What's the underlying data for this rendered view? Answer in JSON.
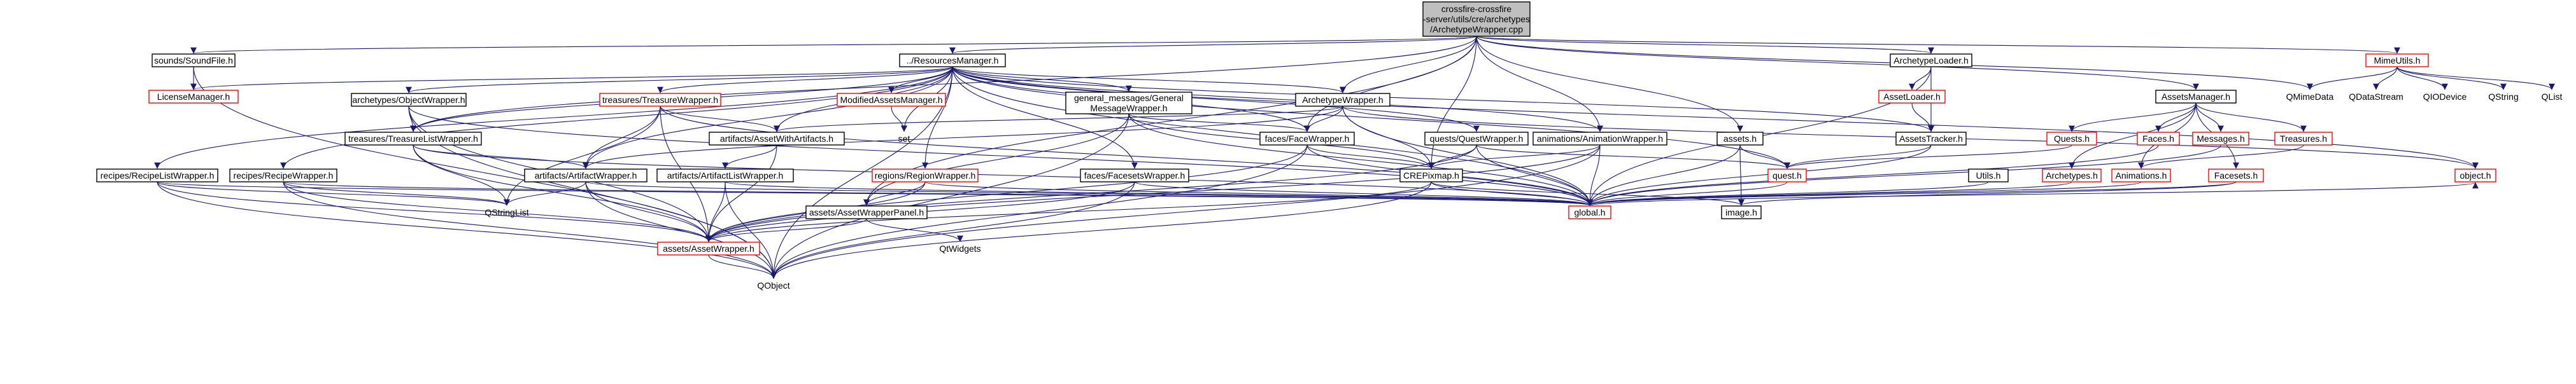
{
  "graph": {
    "style": {
      "edge_color": "#191970",
      "red_border": "#ff0000",
      "black_border": "#000000",
      "root_fill": "#bfbfbf",
      "node_fill": "#ffffff"
    },
    "nodes": [
      {
        "id": "root",
        "lines": [
          "crossfire-crossfire",
          "-server/utils/cre/archetypes",
          "/ArchetypeWrapper.cpp"
        ],
        "border": "black",
        "fill": "grey",
        "interactable": false
      },
      {
        "id": "soundfile",
        "lines": [
          "sounds/SoundFile.h"
        ],
        "border": "black",
        "interactable": true
      },
      {
        "id": "resmgr",
        "lines": [
          "../ResourcesManager.h"
        ],
        "border": "black",
        "interactable": true
      },
      {
        "id": "archloader",
        "lines": [
          "ArchetypeLoader.h"
        ],
        "border": "black",
        "interactable": true
      },
      {
        "id": "mimeutils",
        "lines": [
          "MimeUtils.h"
        ],
        "border": "red",
        "interactable": true
      },
      {
        "id": "licmgr",
        "lines": [
          "LicenseManager.h"
        ],
        "border": "red",
        "interactable": true
      },
      {
        "id": "objwrapper",
        "lines": [
          "archetypes/ObjectWrapper.h"
        ],
        "border": "black",
        "interactable": true
      },
      {
        "id": "treasurewrapper",
        "lines": [
          "treasures/TreasureWrapper.h"
        ],
        "border": "red",
        "interactable": true
      },
      {
        "id": "modassets",
        "lines": [
          "ModifiedAssetsManager.h"
        ],
        "border": "red",
        "interactable": true
      },
      {
        "id": "genmsg",
        "lines": [
          "general_messages/General",
          "MessageWrapper.h"
        ],
        "border": "black",
        "interactable": true
      },
      {
        "id": "archwrapper",
        "lines": [
          "ArchetypeWrapper.h"
        ],
        "border": "black",
        "interactable": true
      },
      {
        "id": "assetloader",
        "lines": [
          "AssetLoader.h"
        ],
        "border": "red",
        "interactable": true
      },
      {
        "id": "assetsmgr",
        "lines": [
          "AssetsManager.h"
        ],
        "border": "black",
        "interactable": true
      },
      {
        "id": "qmimedata",
        "lines": [
          "QMimeData"
        ],
        "border": "none",
        "interactable": false
      },
      {
        "id": "qdatastream",
        "lines": [
          "QDataStream"
        ],
        "border": "none",
        "interactable": false
      },
      {
        "id": "qiodevice",
        "lines": [
          "QIODevice"
        ],
        "border": "none",
        "interactable": false
      },
      {
        "id": "qstring",
        "lines": [
          "QString"
        ],
        "border": "none",
        "interactable": false
      },
      {
        "id": "qlist",
        "lines": [
          "QList"
        ],
        "border": "none",
        "interactable": false
      },
      {
        "id": "tlwrapper",
        "lines": [
          "treasures/TreasureListWrapper.h"
        ],
        "border": "black",
        "interactable": true
      },
      {
        "id": "set",
        "lines": [
          "set"
        ],
        "border": "none",
        "interactable": false
      },
      {
        "id": "awa",
        "lines": [
          "artifacts/AssetWithArtifacts.h"
        ],
        "border": "black",
        "interactable": true
      },
      {
        "id": "facewrapper",
        "lines": [
          "faces/FaceWrapper.h"
        ],
        "border": "black",
        "interactable": true
      },
      {
        "id": "questwrapper",
        "lines": [
          "quests/QuestWrapper.h"
        ],
        "border": "black",
        "interactable": true
      },
      {
        "id": "animwrapper",
        "lines": [
          "animations/AnimationWrapper.h"
        ],
        "border": "black",
        "interactable": true
      },
      {
        "id": "assetsh",
        "lines": [
          "assets.h"
        ],
        "border": "black",
        "interactable": true
      },
      {
        "id": "assetstracker",
        "lines": [
          "AssetsTracker.h"
        ],
        "border": "black",
        "interactable": true
      },
      {
        "id": "quests",
        "lines": [
          "Quests.h"
        ],
        "border": "red",
        "interactable": true
      },
      {
        "id": "faces",
        "lines": [
          "Faces.h"
        ],
        "border": "red",
        "interactable": true
      },
      {
        "id": "messages",
        "lines": [
          "Messages.h"
        ],
        "border": "red",
        "interactable": true
      },
      {
        "id": "treasures",
        "lines": [
          "Treasures.h"
        ],
        "border": "red",
        "interactable": true
      },
      {
        "id": "recipelist",
        "lines": [
          "recipes/RecipeListWrapper.h"
        ],
        "border": "black",
        "interactable": true
      },
      {
        "id": "recipe",
        "lines": [
          "recipes/RecipeWrapper.h"
        ],
        "border": "black",
        "interactable": true
      },
      {
        "id": "artwrapper",
        "lines": [
          "artifacts/ArtifactWrapper.h"
        ],
        "border": "black",
        "interactable": true
      },
      {
        "id": "artlist",
        "lines": [
          "artifacts/ArtifactListWrapper.h"
        ],
        "border": "black",
        "interactable": true
      },
      {
        "id": "region",
        "lines": [
          "regions/RegionWrapper.h"
        ],
        "border": "red",
        "interactable": true
      },
      {
        "id": "facesets",
        "lines": [
          "faces/FacesetsWrapper.h"
        ],
        "border": "black",
        "interactable": true
      },
      {
        "id": "crepixmap",
        "lines": [
          "CREPixmap.h"
        ],
        "border": "black",
        "interactable": true
      },
      {
        "id": "quest",
        "lines": [
          "quest.h"
        ],
        "border": "red",
        "interactable": true
      },
      {
        "id": "utils",
        "lines": [
          "Utils.h"
        ],
        "border": "black",
        "interactable": true
      },
      {
        "id": "archetypes",
        "lines": [
          "Archetypes.h"
        ],
        "border": "red",
        "interactable": true
      },
      {
        "id": "animations",
        "lines": [
          "Animations.h"
        ],
        "border": "red",
        "interactable": true
      },
      {
        "id": "facesets_h",
        "lines": [
          "Facesets.h"
        ],
        "border": "red",
        "interactable": true
      },
      {
        "id": "object",
        "lines": [
          "object.h"
        ],
        "border": "red",
        "interactable": true
      },
      {
        "id": "qstringlist",
        "lines": [
          "QStringList"
        ],
        "border": "none",
        "interactable": false
      },
      {
        "id": "awpanel",
        "lines": [
          "assets/AssetWrapperPanel.h"
        ],
        "border": "black",
        "interactable": true
      },
      {
        "id": "global",
        "lines": [
          "global.h"
        ],
        "border": "red",
        "interactable": true
      },
      {
        "id": "image",
        "lines": [
          "image.h"
        ],
        "border": "black",
        "interactable": true
      },
      {
        "id": "qwidgets",
        "lines": [
          "QtWidgets"
        ],
        "border": "none",
        "interactable": false
      },
      {
        "id": "assetwrapper",
        "lines": [
          "assets/AssetWrapper.h"
        ],
        "border": "red",
        "interactable": true
      },
      {
        "id": "qobject",
        "lines": [
          "QObject"
        ],
        "border": "none",
        "interactable": false
      }
    ],
    "edges": [
      [
        "root",
        "soundfile"
      ],
      [
        "root",
        "resmgr"
      ],
      [
        "root",
        "archloader"
      ],
      [
        "root",
        "mimeutils"
      ],
      [
        "root",
        "archwrapper"
      ],
      [
        "root",
        "assetsmgr"
      ],
      [
        "root",
        "qmimedata"
      ],
      [
        "root",
        "facewrapper"
      ],
      [
        "root",
        "animwrapper"
      ],
      [
        "root",
        "tlwrapper"
      ],
      [
        "root",
        "assetsh"
      ],
      [
        "root",
        "crepixmap"
      ],
      [
        "root",
        "awpanel"
      ],
      [
        "soundfile",
        "licmgr"
      ],
      [
        "soundfile",
        "qobject"
      ],
      [
        "resmgr",
        "licmgr"
      ],
      [
        "resmgr",
        "objwrapper"
      ],
      [
        "resmgr",
        "treasurewrapper"
      ],
      [
        "resmgr",
        "modassets"
      ],
      [
        "resmgr",
        "genmsg"
      ],
      [
        "resmgr",
        "archwrapper"
      ],
      [
        "resmgr",
        "tlwrapper"
      ],
      [
        "resmgr",
        "set"
      ],
      [
        "resmgr",
        "awa"
      ],
      [
        "resmgr",
        "facewrapper"
      ],
      [
        "resmgr",
        "questwrapper"
      ],
      [
        "resmgr",
        "animwrapper"
      ],
      [
        "resmgr",
        "assetstracker"
      ],
      [
        "resmgr",
        "recipelist"
      ],
      [
        "resmgr",
        "recipe"
      ],
      [
        "resmgr",
        "artwrapper"
      ],
      [
        "resmgr",
        "region"
      ],
      [
        "resmgr",
        "facesets"
      ],
      [
        "resmgr",
        "quest"
      ],
      [
        "resmgr",
        "global"
      ],
      [
        "resmgr",
        "object"
      ],
      [
        "resmgr",
        "qobject"
      ],
      [
        "archloader",
        "assetloader"
      ],
      [
        "archloader",
        "assetstracker"
      ],
      [
        "archloader",
        "global"
      ],
      [
        "mimeutils",
        "qmimedata"
      ],
      [
        "mimeutils",
        "qdatastream"
      ],
      [
        "mimeutils",
        "qiodevice"
      ],
      [
        "mimeutils",
        "qstring"
      ],
      [
        "mimeutils",
        "qlist"
      ],
      [
        "objwrapper",
        "tlwrapper"
      ],
      [
        "objwrapper",
        "assetwrapper"
      ],
      [
        "objwrapper",
        "global"
      ],
      [
        "objwrapper",
        "qobject"
      ],
      [
        "treasurewrapper",
        "awa"
      ],
      [
        "treasurewrapper",
        "artwrapper"
      ],
      [
        "treasurewrapper",
        "assetwrapper"
      ],
      [
        "treasurewrapper",
        "qstringlist"
      ],
      [
        "treasurewrapper",
        "global"
      ],
      [
        "modassets",
        "set"
      ],
      [
        "genmsg",
        "facewrapper"
      ],
      [
        "genmsg",
        "crepixmap"
      ],
      [
        "genmsg",
        "awpanel"
      ],
      [
        "genmsg",
        "global"
      ],
      [
        "genmsg",
        "qobject"
      ],
      [
        "archwrapper",
        "awa"
      ],
      [
        "archwrapper",
        "crepixmap"
      ],
      [
        "archwrapper",
        "facewrapper"
      ],
      [
        "archwrapper",
        "artwrapper"
      ],
      [
        "archwrapper",
        "global"
      ],
      [
        "archwrapper",
        "object"
      ],
      [
        "assetloader",
        "assetstracker"
      ],
      [
        "assetsmgr",
        "quests"
      ],
      [
        "assetsmgr",
        "faces"
      ],
      [
        "assetsmgr",
        "messages"
      ],
      [
        "assetsmgr",
        "treasures"
      ],
      [
        "assetsmgr",
        "archetypes"
      ],
      [
        "assetsmgr",
        "animations"
      ],
      [
        "assetsmgr",
        "facesets_h"
      ],
      [
        "tlwrapper",
        "artwrapper"
      ],
      [
        "tlwrapper",
        "assetwrapper"
      ],
      [
        "tlwrapper",
        "qstringlist"
      ],
      [
        "tlwrapper",
        "global"
      ],
      [
        "awa",
        "artlist"
      ],
      [
        "awa",
        "assetwrapper"
      ],
      [
        "facewrapper",
        "crepixmap"
      ],
      [
        "facewrapper",
        "assetwrapper"
      ],
      [
        "facewrapper",
        "global"
      ],
      [
        "facewrapper",
        "qobject"
      ],
      [
        "questwrapper",
        "crepixmap"
      ],
      [
        "questwrapper",
        "quest"
      ],
      [
        "questwrapper",
        "global"
      ],
      [
        "questwrapper",
        "assetwrapper"
      ],
      [
        "animwrapper",
        "crepixmap"
      ],
      [
        "animwrapper",
        "global"
      ],
      [
        "animwrapper",
        "assetwrapper"
      ],
      [
        "animwrapper",
        "qobject"
      ],
      [
        "assetsh",
        "quest"
      ],
      [
        "assetsh",
        "global"
      ],
      [
        "assetsh",
        "image"
      ],
      [
        "assetstracker",
        "quest"
      ],
      [
        "assetstracker",
        "global"
      ],
      [
        "quests",
        "quest"
      ],
      [
        "faces",
        "global"
      ],
      [
        "messages",
        "global"
      ],
      [
        "treasures",
        "animations"
      ],
      [
        "recipelist",
        "assetwrapper"
      ],
      [
        "recipelist",
        "qstringlist"
      ],
      [
        "recipelist",
        "qobject"
      ],
      [
        "recipelist",
        "global"
      ],
      [
        "recipe",
        "assetwrapper"
      ],
      [
        "recipe",
        "qstringlist"
      ],
      [
        "recipe",
        "qobject"
      ],
      [
        "recipe",
        "global"
      ],
      [
        "artwrapper",
        "assetwrapper"
      ],
      [
        "artwrapper",
        "qstringlist"
      ],
      [
        "artwrapper",
        "qobject"
      ],
      [
        "artwrapper",
        "global"
      ],
      [
        "artlist",
        "assetwrapper"
      ],
      [
        "artlist",
        "qobject"
      ],
      [
        "artlist",
        "global"
      ],
      [
        "region",
        "assetwrapper"
      ],
      [
        "region",
        "awpanel"
      ],
      [
        "region",
        "global"
      ],
      [
        "facesets",
        "assetwrapper"
      ],
      [
        "facesets",
        "qobject"
      ],
      [
        "facesets",
        "global"
      ],
      [
        "crepixmap",
        "global"
      ],
      [
        "crepixmap",
        "qobject"
      ],
      [
        "crepixmap",
        "image"
      ],
      [
        "crepixmap",
        "assetwrapper"
      ],
      [
        "quest",
        "global"
      ],
      [
        "utils",
        "global"
      ],
      [
        "archetypes",
        "global"
      ],
      [
        "animations",
        "global"
      ],
      [
        "facesets_h",
        "global"
      ],
      [
        "facesets_h",
        "image"
      ],
      [
        "awpanel",
        "qwidgets"
      ],
      [
        "awpanel",
        "assetwrapper"
      ],
      [
        "global",
        "object"
      ],
      [
        "assetwrapper",
        "qobject"
      ]
    ]
  }
}
